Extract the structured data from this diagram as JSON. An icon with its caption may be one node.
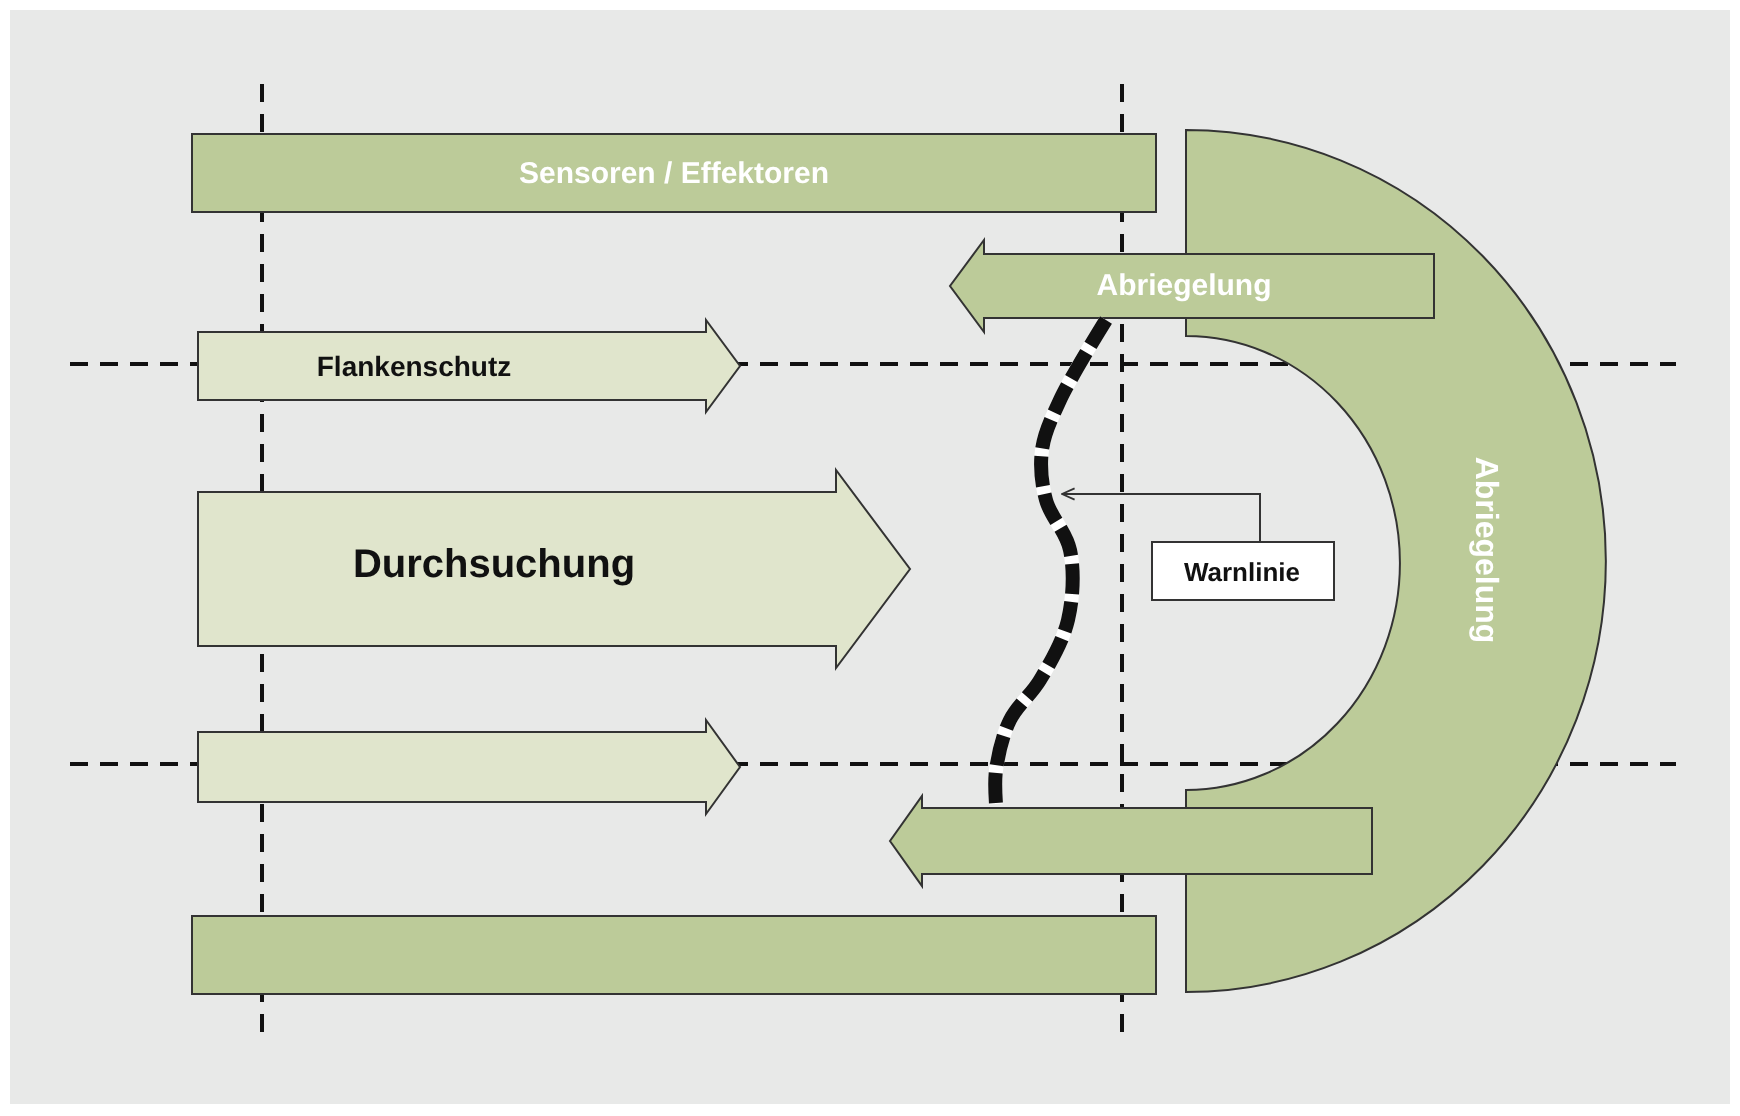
{
  "diagram": {
    "nodes": [
      {
        "text": [
          "Sensoren / Effektoren"
        ]
      },
      {
        "text": [
          "Abriegelung"
        ]
      },
      {
        "text": [
          "Flankenschutz"
        ]
      },
      {
        "text": [
          "Durchsuchung"
        ]
      },
      {
        "text": [
          "Abriegelung"
        ]
      },
      {
        "text": [],
        "shape": "line"
      },
      {
        "text": [
          "Warnlinie"
        ]
      },
      {
        "text": [],
        "shape": "arrow"
      },
      {
        "text": [],
        "shape": "arrow"
      },
      {
        "text": [],
        "shape": "bar"
      }
    ],
    "edges": [
      {
        "from": 6,
        "to": 5,
        "arrow": "to"
      }
    ]
  }
}
